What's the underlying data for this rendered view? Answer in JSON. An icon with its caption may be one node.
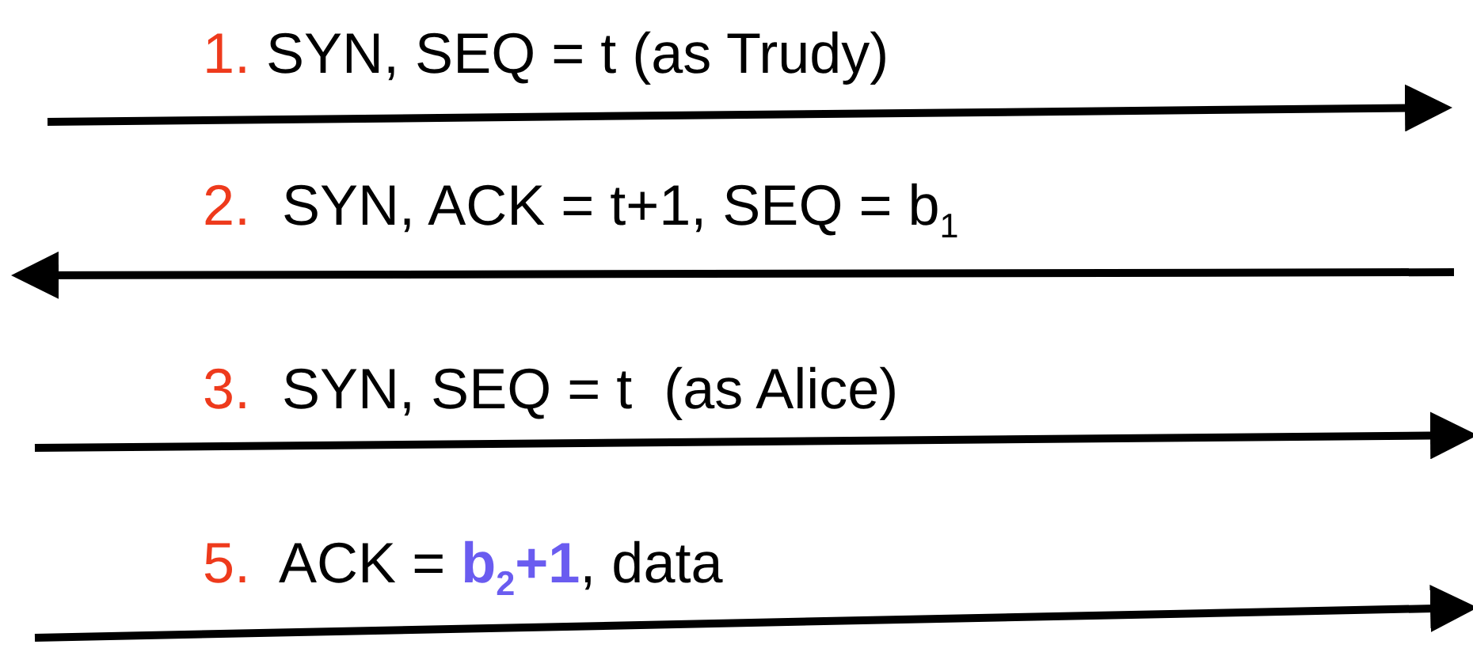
{
  "diagram": {
    "labels": [
      "1. SYN, SEQ = t (as Trudy)",
      "2.  SYN, ACK = t+1, SEQ = b$_{1}$",
      "3.  SYN, SEQ = t  (as Alice)",
      "5.  ACK = **b$_{2}$+1**, data"
    ]
  }
}
